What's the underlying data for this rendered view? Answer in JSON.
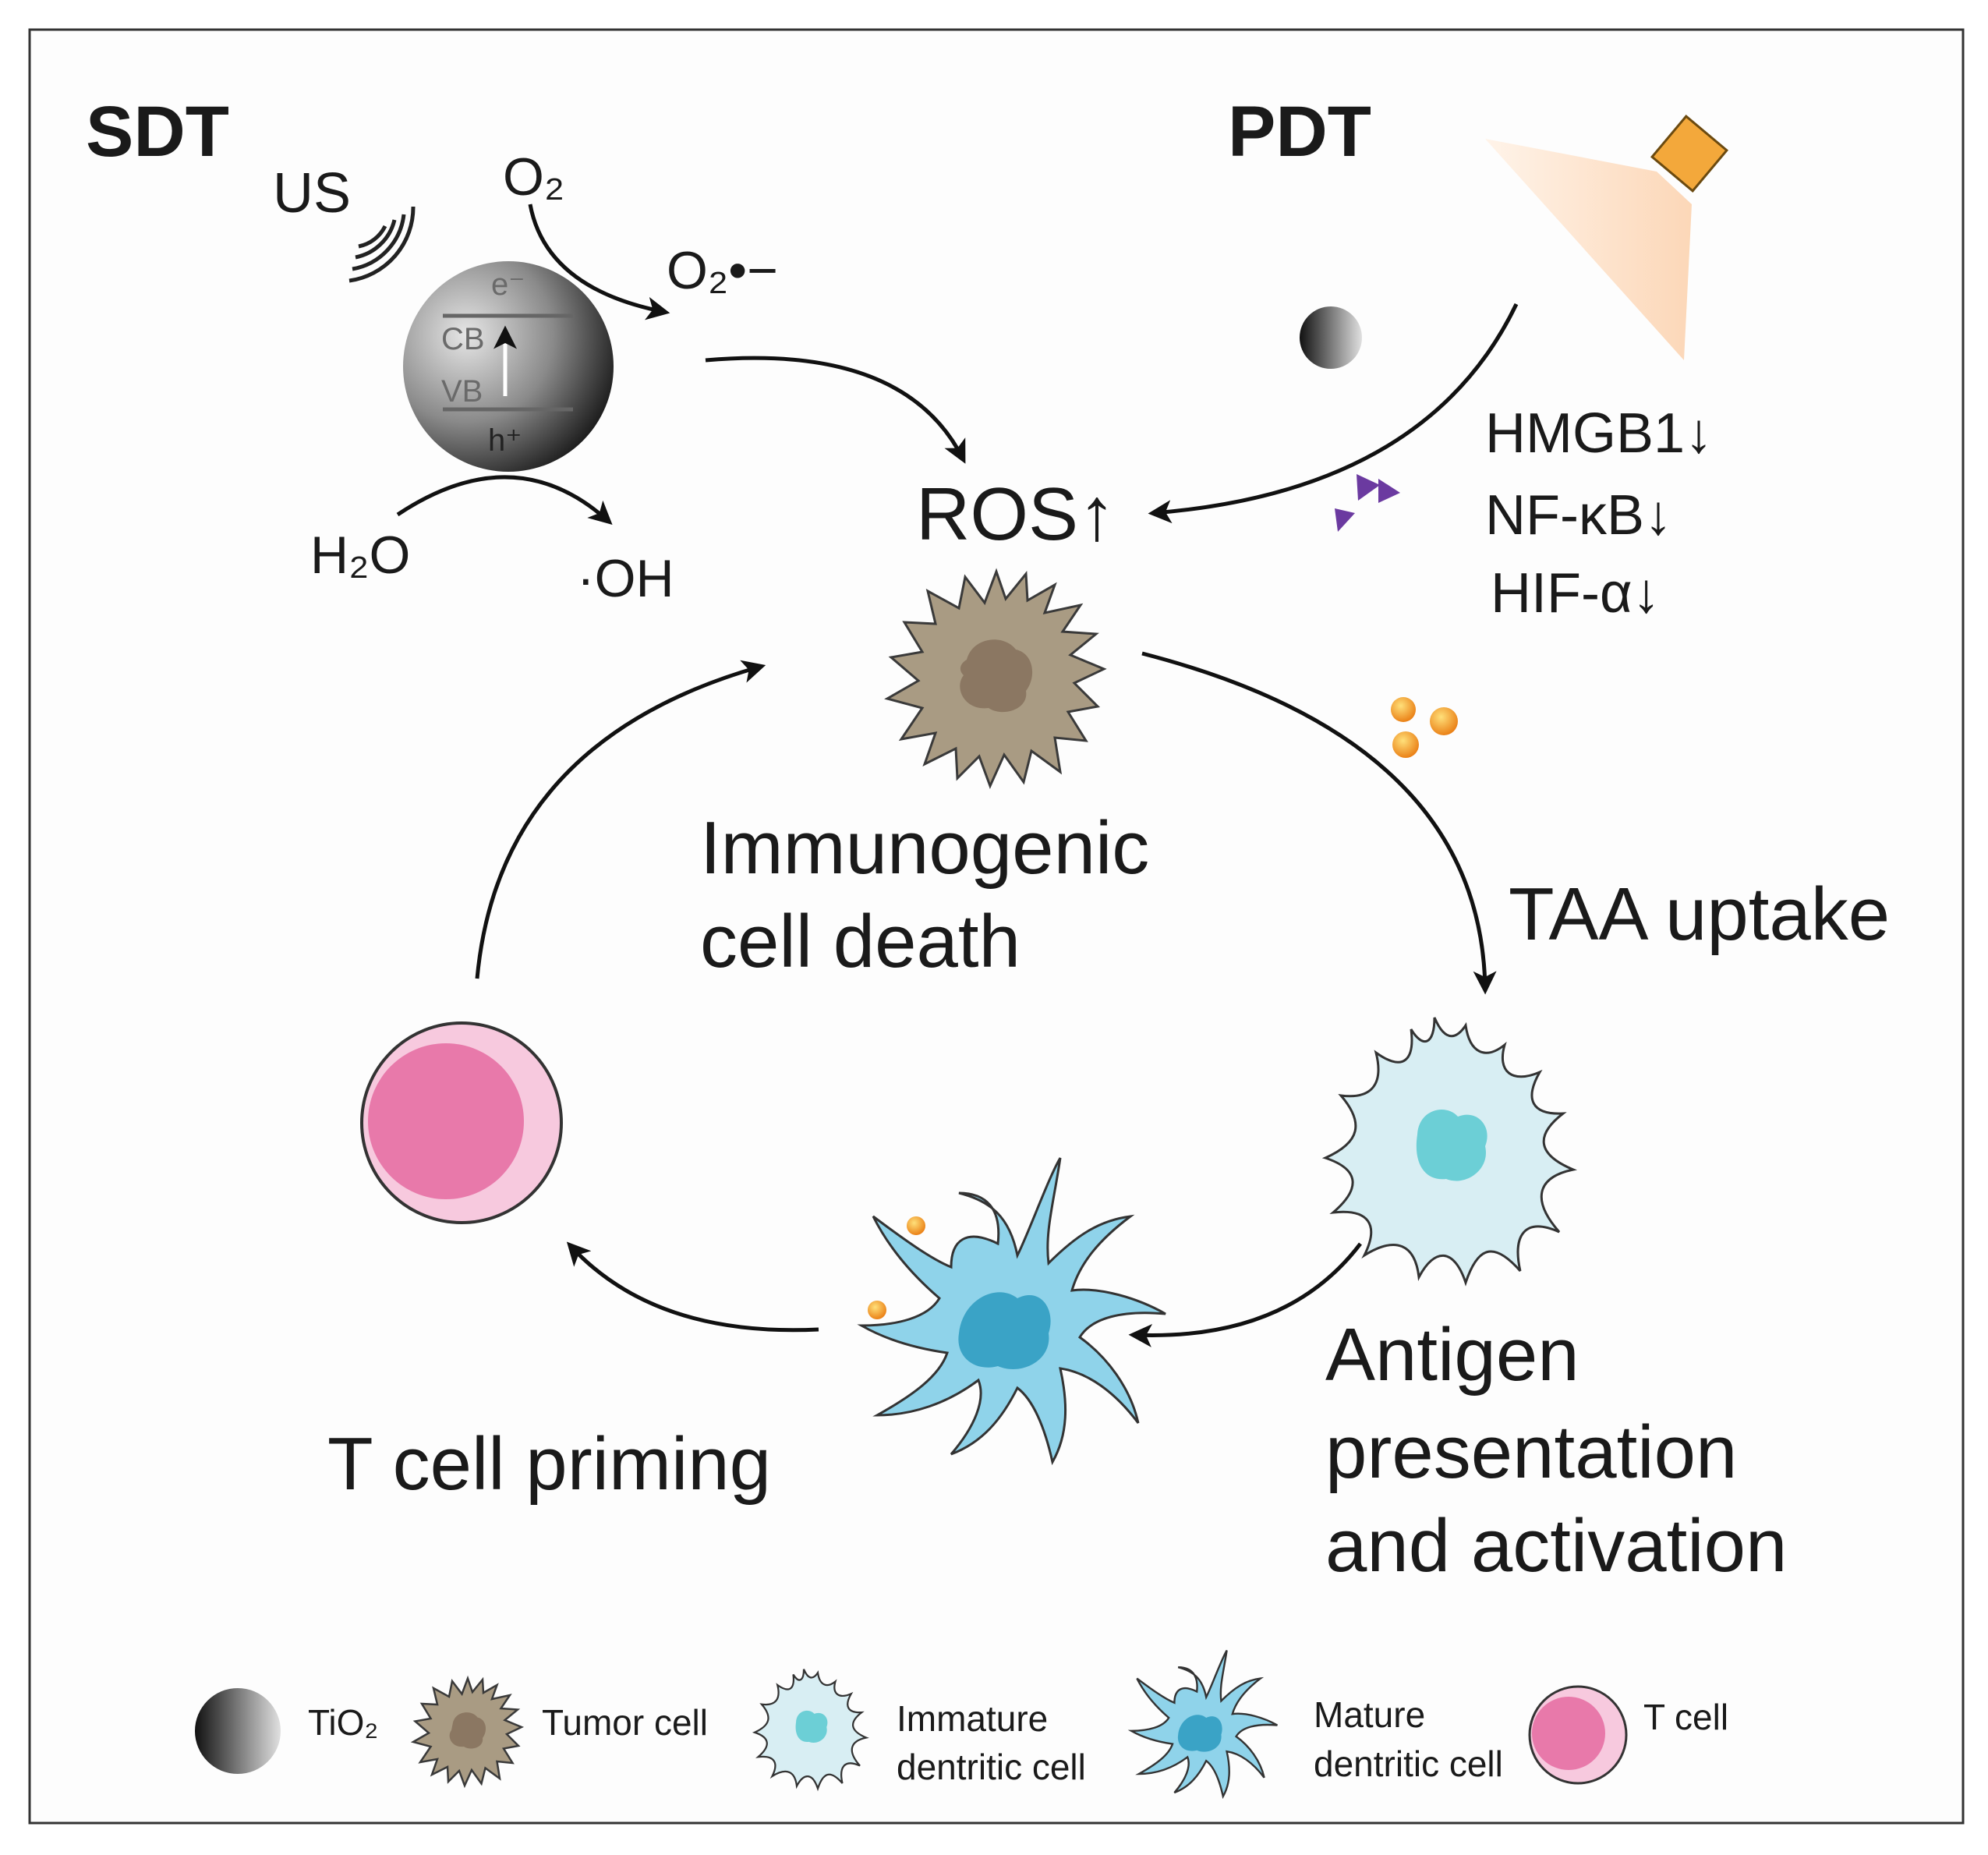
{
  "labels": {
    "sdt": "SDT",
    "pdt": "PDT",
    "us": "US",
    "o2": "O₂",
    "superoxide": "O₂•−",
    "h2o": "H₂O",
    "hydroxyl": "·OH",
    "electron": "e⁻",
    "hole": "h⁺",
    "cb": "CB",
    "vb": "VB",
    "ros": "ROS↑",
    "hmgb1": "HMGB1↓",
    "nfkb": "NF-κB↓",
    "hif": "HIF-α↓",
    "icd_line1": "Immunogenic",
    "icd_line2": "cell death",
    "taa": "TAA uptake",
    "antigen_line1": "Antigen",
    "antigen_line2": "presentation",
    "antigen_line3": "and activation",
    "tcell_priming": "T cell priming"
  },
  "legend": {
    "tio2": "TiO₂",
    "tumor": "Tumor cell",
    "immature_line1": "Immature",
    "immature_line2": "dentritic cell",
    "mature_line1": "Mature",
    "mature_line2": "dentritic cell",
    "tcell": "T cell"
  },
  "colors": {
    "tumor_body": "#a99b83",
    "tumor_nucleus": "#8b7762",
    "immature_body": "#d8eef3",
    "immature_nucleus": "#6ccfd6",
    "mature_body": "#8fd3ea",
    "mature_nucleus": "#3aa3c6",
    "tcell_outer": "#f7c9de",
    "tcell_inner": "#e879aa",
    "antigen": "#f3a21a",
    "light_source": "#f3a83b",
    "light_beam": "#fde2cb",
    "inhibitor": "#6b3aa0"
  }
}
